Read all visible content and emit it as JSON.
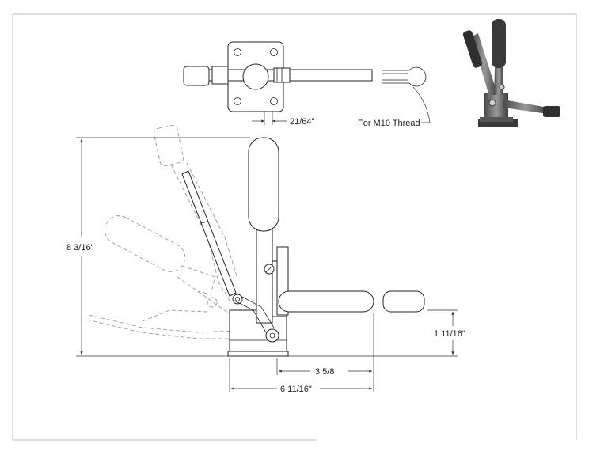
{
  "dimensions": {
    "top_slot_width": "21/64\"",
    "thread_note": "For M10 Thread",
    "overall_height": "8 3/16\"",
    "spindle_height": "1 11/16\"",
    "base_to_spindle": "3 5/8",
    "overall_length": "6 11/16\""
  },
  "colors": {
    "line": "#222222",
    "ghost_line": "#9a9a9a",
    "border": "#bfbfbf",
    "photo_metal": "#6b6b6b"
  }
}
